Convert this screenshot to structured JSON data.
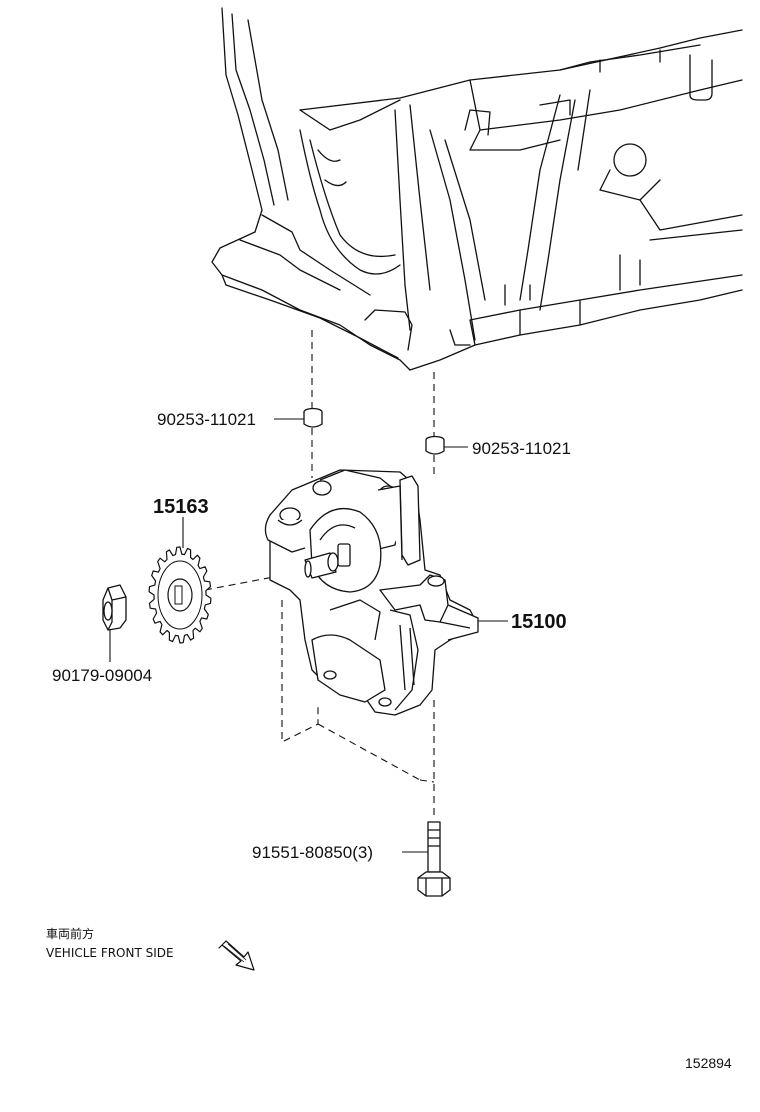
{
  "callouts": {
    "collar_upper_left": "90253-11021",
    "collar_upper_right": "90253-11021",
    "gear": "15163",
    "pump_assembly": "15100",
    "nut": "90179-09004",
    "bolt": "91551-80850(3)"
  },
  "orientation_note": {
    "japanese": "車両前方",
    "english": "VEHICLE FRONT SIDE"
  },
  "illustration_number": "152894"
}
